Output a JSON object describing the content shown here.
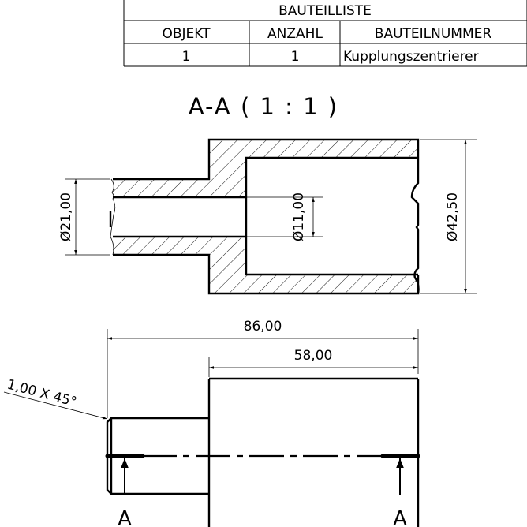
{
  "parts_list": {
    "title": "BAUTEILLISTE",
    "columns": [
      "OBJEKT",
      "ANZAHL",
      "BAUTEILNUMMER"
    ],
    "rows": [
      [
        "1",
        "1",
        "Kupplungszentrierer"
      ]
    ]
  },
  "section_view": {
    "label": "A-A ( 1 : 1 )",
    "dimensions": {
      "shaft_diameter": "Ø21,00",
      "bore_diameter": "Ø11,00",
      "outer_diameter": "Ø42,50"
    }
  },
  "side_view": {
    "dimensions": {
      "total_length": "86,00",
      "flange_length": "58,00",
      "chamfer": "1,00 X 45°"
    },
    "section_marker_left": "A",
    "section_marker_right": "A"
  }
}
